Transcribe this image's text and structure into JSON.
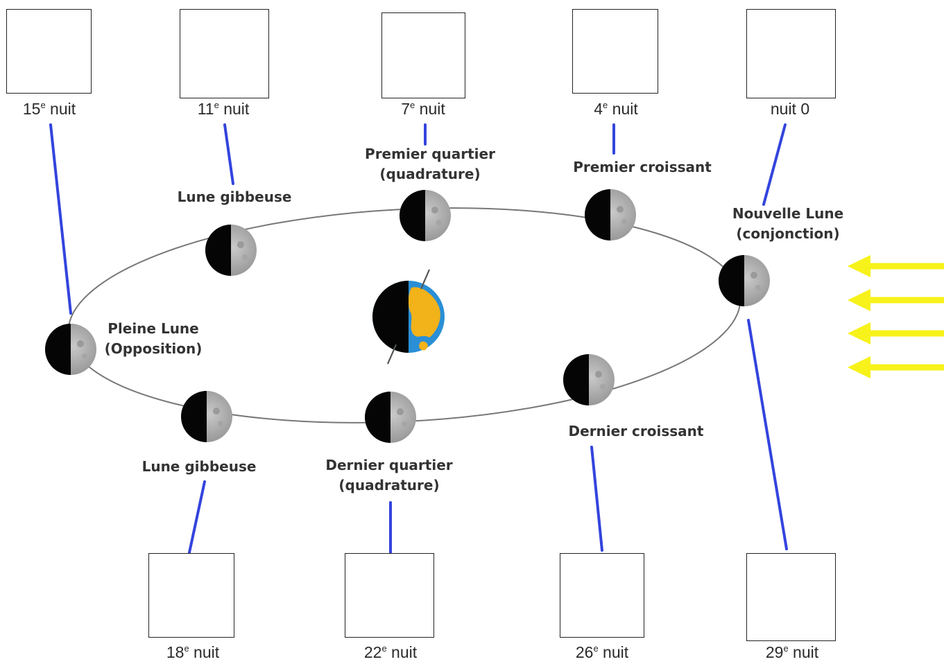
{
  "boxes_top": [
    {
      "night_num": "15",
      "night_sup": "e",
      "night_text": " nuit"
    },
    {
      "night_num": "11",
      "night_sup": "e",
      "night_text": " nuit"
    },
    {
      "night_num": "7",
      "night_sup": "e",
      "night_text": " nuit"
    },
    {
      "night_num": "4",
      "night_sup": "e",
      "night_text": " nuit"
    },
    {
      "night_num": "",
      "night_sup": "",
      "night_text": "nuit 0"
    }
  ],
  "boxes_bottom": [
    {
      "night_num": "18",
      "night_sup": "e",
      "night_text": " nuit"
    },
    {
      "night_num": "22",
      "night_sup": "e",
      "night_text": " nuit"
    },
    {
      "night_num": "26",
      "night_sup": "e",
      "night_text": " nuit"
    },
    {
      "night_num": "29",
      "night_sup": "e",
      "night_text": " nuit"
    }
  ],
  "phases": {
    "pleine_lune": {
      "line1": "Pleine Lune",
      "line2": "(Opposition)"
    },
    "gibbeuse_haut": {
      "line1": "Lune gibbeuse"
    },
    "premier_quartier": {
      "line1": "Premier quartier",
      "line2": "(quadrature)"
    },
    "premier_croissant": {
      "line1": "Premier croissant"
    },
    "nouvelle_lune": {
      "line1": "Nouvelle Lune",
      "line2": "(conjonction)"
    },
    "gibbeuse_bas": {
      "line1": "Lune gibbeuse"
    },
    "dernier_quartier": {
      "line1": "Dernier quartier",
      "line2": "(quadrature)"
    },
    "dernier_croissant": {
      "line1": "Dernier croissant"
    }
  },
  "colors": {
    "connector": "#3344dd",
    "sunlight": "#f7f21a",
    "orbit": "#777777",
    "ocean": "#2a8fd6",
    "land": "#f2b21a"
  }
}
